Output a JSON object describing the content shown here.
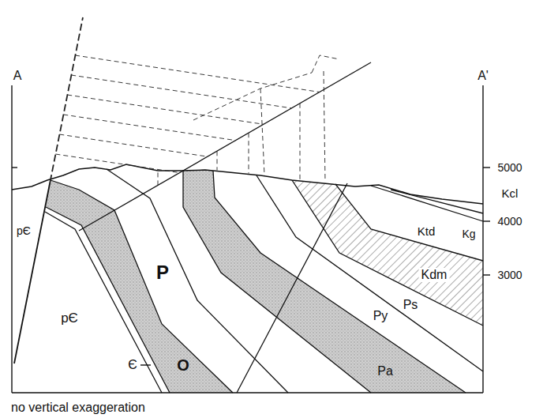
{
  "diagram": {
    "labels": [
      "A",
      "A'",
      "5000",
      "4000",
      "3000",
      "Kcl",
      "Ktd",
      "Kg",
      "Kdm",
      "pЄ",
      "Ps",
      "Py",
      "Pa",
      "P",
      "Є",
      "O",
      "pЄ",
      "no vertical exaggeration"
    ]
  }
}
